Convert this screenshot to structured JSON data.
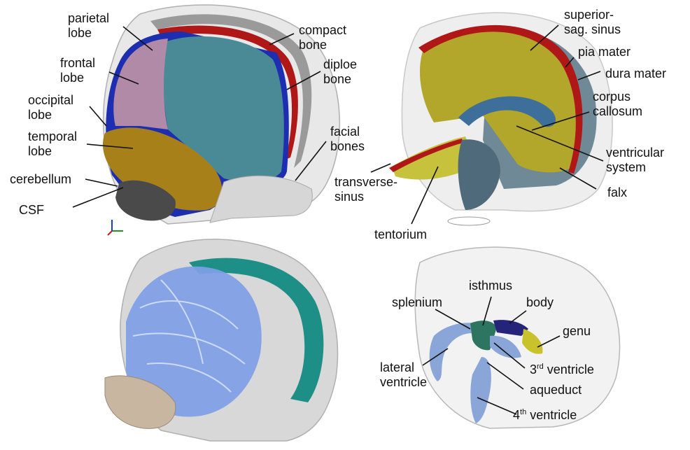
{
  "panels": [
    {
      "id": "top-left",
      "labels": {
        "parietal_lobe": "parietal\nlobe",
        "frontal_lobe": "frontal\nlobe",
        "occipital_lobe": "occipital\nlobe",
        "temporal_lobe": "temporal\nlobe",
        "cerebellum": "cerebellum",
        "csf": "CSF",
        "compact_bone": "compact\nbone",
        "diploe_bone": "diploe\nbone",
        "facial_bones": "facial\nbones"
      },
      "colors": {
        "frontal": "#b08aa6",
        "parietal": "#4a8a97",
        "temporal": "#a8801a",
        "cerebellum": "#4a4a4a",
        "csf": "#1d2fb0",
        "compact": "#9a9a9a",
        "diploe": "#b01818",
        "skull": "#dddddd"
      }
    },
    {
      "id": "top-right",
      "labels": {
        "superior_sag_sinus": "superior-\nsag. sinus",
        "pia_mater": "pia mater",
        "dura_mater": "dura mater",
        "corpus_callosum": "corpus\ncallosum",
        "ventricular_system": "ventricular\nsystem",
        "falx": "falx",
        "transverse_sinus": "transverse-\nsinus",
        "tentorium": "tentorium"
      },
      "colors": {
        "falx": "#b2a72a",
        "sinus": "#b01818",
        "callosum": "#3d6f9a",
        "brain": "#6f8a96"
      }
    },
    {
      "id": "bottom-left",
      "labels": {},
      "colors": {
        "fibers": "#7f9fe6",
        "dura": "#1d8f86",
        "skull": "#c8c8c8"
      }
    },
    {
      "id": "bottom-right",
      "labels": {
        "isthmus": "isthmus",
        "splenium": "splenium",
        "body": "body",
        "genu": "genu",
        "lateral_ventricle": "lateral\nventricle",
        "third_ventricle_num": "3",
        "third_ventricle_sup": "rd",
        "third_ventricle_word": " ventricle",
        "aqueduct": "aqueduct",
        "fourth_ventricle_num": "4",
        "fourth_ventricle_sup": "th",
        "fourth_ventricle_word": " ventricle"
      },
      "colors": {
        "ventricle": "#8aa6d8",
        "genu": "#c9c22a",
        "splenium": "#2d7560",
        "body": "#24257a"
      }
    }
  ]
}
